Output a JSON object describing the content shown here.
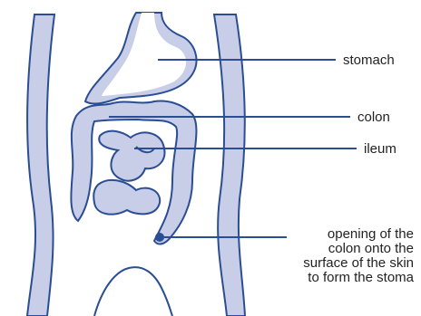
{
  "labels": {
    "stomach": "stomach",
    "colon": "colon",
    "ileum": "ileum",
    "opening": "opening of the colon onto the surface of the skin to form the stoma"
  },
  "colors": {
    "outline": "#2b4d93",
    "fill": "#c8cee7",
    "leader_line": "#2b4d93",
    "text": "#222222",
    "background": "#ffffff"
  }
}
